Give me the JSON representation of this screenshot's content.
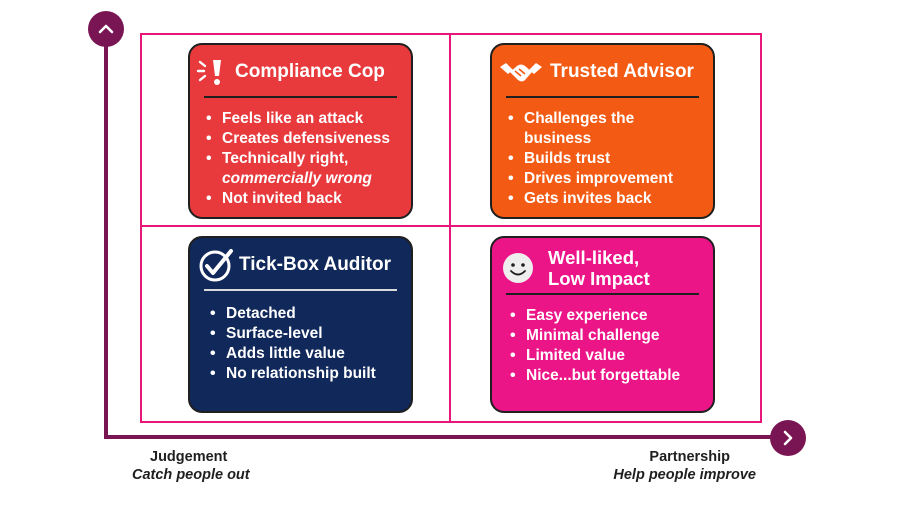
{
  "quadrants": {
    "top_left": {
      "title": "Compliance Cop",
      "icon": "exclamation-icon",
      "color": "#e83a3c",
      "bullets": [
        {
          "text": "Feels like an attack"
        },
        {
          "text": "Creates defensiveness"
        },
        {
          "text": "Technically right,",
          "text2": "commercially wrong"
        },
        {
          "text": "Not invited back"
        }
      ]
    },
    "top_right": {
      "title": "Trusted Advisor",
      "icon": "handshake-icon",
      "color": "#f35b14",
      "bullets": [
        {
          "text": "Challenges the business"
        },
        {
          "text": "Builds trust"
        },
        {
          "text": "Drives improvement"
        },
        {
          "text": "Gets invites back"
        }
      ]
    },
    "bottom_left": {
      "title": "Tick-Box Auditor",
      "icon": "checkmark-circle-icon",
      "color": "#10295a",
      "bullets": [
        {
          "text": "Detached"
        },
        {
          "text": "Surface-level"
        },
        {
          "text": "Adds little value"
        },
        {
          "text": "No relationship built"
        }
      ]
    },
    "bottom_right": {
      "title_line1": "Well-liked,",
      "title_line2": "Low Impact",
      "icon": "smiley-face-icon",
      "color": "#ec1588",
      "bullets": [
        {
          "text": "Easy experience"
        },
        {
          "text": "Minimal challenge"
        },
        {
          "text": "Limited value"
        },
        {
          "text": "Nice...but forgettable"
        }
      ]
    }
  },
  "x_axis": {
    "left_label": "Judgement",
    "left_sublabel": "Catch people out",
    "right_label": "Partnership",
    "right_sublabel": "Help people improve"
  },
  "colors": {
    "axis": "#7a1554",
    "grid": "#e8177a"
  }
}
